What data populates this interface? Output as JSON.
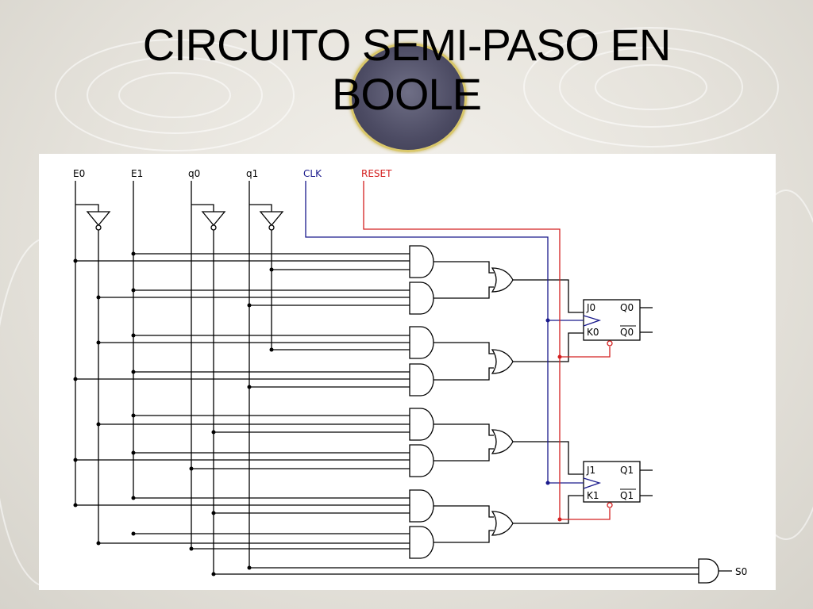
{
  "slide": {
    "title_line1": "CIRCUITO SEMI-PASO EN",
    "title_line2": "BOOLE"
  },
  "circuit": {
    "inputs": [
      "E0",
      "E1",
      "q0",
      "q1"
    ],
    "clock_label": "CLK",
    "reset_label": "RESET",
    "flipflops": [
      {
        "j": "J0",
        "k": "K0",
        "q": "Q0",
        "qbar": "Q0"
      },
      {
        "j": "J1",
        "k": "K1",
        "q": "Q1",
        "qbar": "Q1"
      }
    ],
    "output": "S0",
    "colors": {
      "wire": "#000000",
      "clk": "#1a1a8c",
      "reset": "#d42020"
    }
  }
}
